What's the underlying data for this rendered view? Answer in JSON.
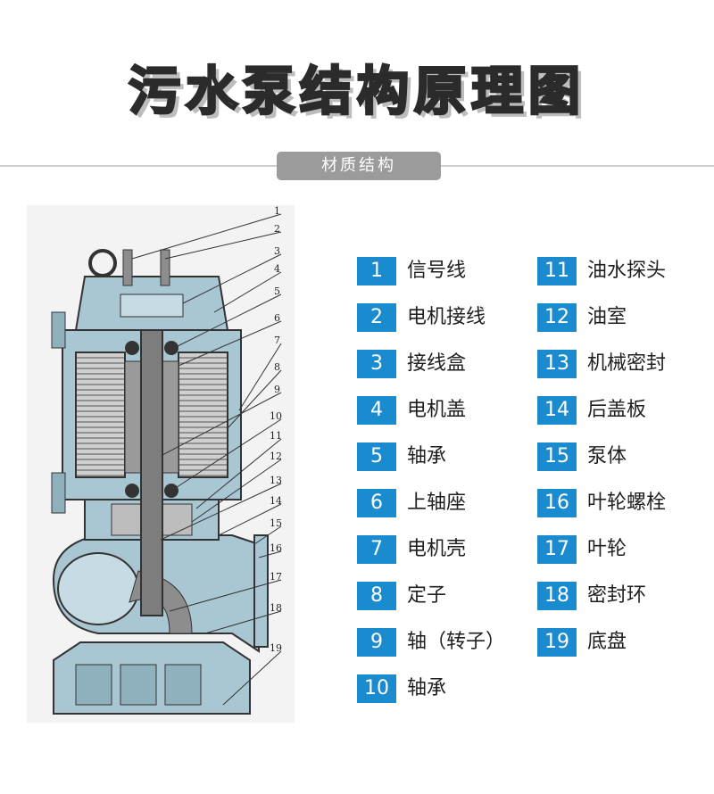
{
  "title": "污水泵结构原理图",
  "section_tag": "材质结构",
  "callout_numbers": [
    "1",
    "2",
    "3",
    "4",
    "5",
    "6",
    "7",
    "8",
    "9",
    "10",
    "11",
    "12",
    "13",
    "14",
    "15",
    "16",
    "17",
    "18",
    "19"
  ],
  "legend": [
    {
      "num": "1",
      "label": "信号线"
    },
    {
      "num": "2",
      "label": "电机接线"
    },
    {
      "num": "3",
      "label": "接线盒"
    },
    {
      "num": "4",
      "label": "电机盖"
    },
    {
      "num": "5",
      "label": "轴承"
    },
    {
      "num": "6",
      "label": "上轴座"
    },
    {
      "num": "7",
      "label": "电机壳"
    },
    {
      "num": "8",
      "label": "定子"
    },
    {
      "num": "9",
      "label": "轴（转子）"
    },
    {
      "num": "10",
      "label": "轴承"
    },
    {
      "num": "11",
      "label": "油水探头"
    },
    {
      "num": "12",
      "label": "油室"
    },
    {
      "num": "13",
      "label": "机械密封"
    },
    {
      "num": "14",
      "label": "后盖板"
    },
    {
      "num": "15",
      "label": "泵体"
    },
    {
      "num": "16",
      "label": "叶轮螺栓"
    },
    {
      "num": "17",
      "label": "叶轮"
    },
    {
      "num": "18",
      "label": "密封环"
    },
    {
      "num": "19",
      "label": "底盘"
    }
  ],
  "colors": {
    "badge": "#1b8bd0",
    "tag": "#9b9b9b",
    "casing": "#a9c7d3",
    "internal": "#8d8d8d"
  }
}
